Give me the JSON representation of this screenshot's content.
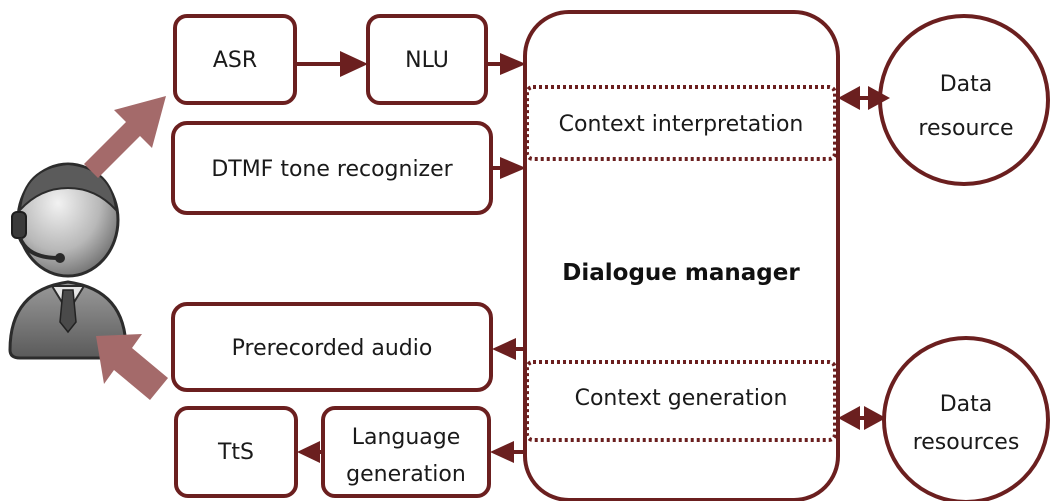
{
  "colors": {
    "stroke": "#6b1f1f",
    "big_arrow": "#a46a6a",
    "person_dark": "#3a3a3a",
    "person_mid": "#8a8a8a",
    "person_light": "#cfcfcf"
  },
  "icons": {
    "user": "headset-user-icon"
  },
  "boxes": {
    "asr": "ASR",
    "nlu": "NLU",
    "dtmf": "DTMF tone recognizer",
    "prerecorded": "Prerecorded audio",
    "tts": "TtS",
    "langgen_line1": "Language",
    "langgen_line2": "generation"
  },
  "manager": {
    "title": "Dialogue manager",
    "context_interpretation": "Context interpretation",
    "context_generation": "Context generation"
  },
  "resources": {
    "top_line1": "Data",
    "top_line2": "resource",
    "bottom_line1": "Data",
    "bottom_line2": "resources"
  }
}
